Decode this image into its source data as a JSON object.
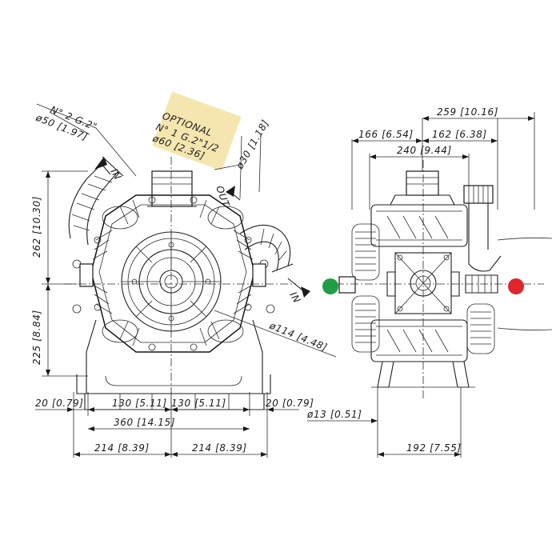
{
  "optional_note": {
    "line1": "OPTIONAL",
    "line2": "N° 1 G.2\"1/2",
    "line3": "ø60 [2.36]",
    "bg_color": "#f5e6b0"
  },
  "port_labels": {
    "inlet_line1": "N° 2 G.2\"",
    "inlet_line2": "ø50 [1.97]",
    "outlet": "ø30 [1.18]",
    "out_tag": "OUT",
    "in_tag_upper": "IN",
    "in_tag_lower": "IN"
  },
  "front_view": {
    "dim_262": "262 [10.30]",
    "dim_225": "225 [8.84]",
    "dim_114": "ø114 [4.48]",
    "dim_20_left": "20 [0.79]",
    "dim_130_left": "130 [5.11]",
    "dim_130_right": "130 [5.11]",
    "dim_20_right": "20 [0.79]",
    "dim_360": "360 [14.15]",
    "dim_214_left": "214 [8.39]",
    "dim_214_right": "214 [8.39]"
  },
  "side_view": {
    "dim_259": "259 [10.16]",
    "dim_166": "166 [6.54]",
    "dim_162": "162 [6.38]",
    "dim_240": "240 [9.44]",
    "dim_13": "ø13 [0.51]",
    "dim_192": "192 [7.55]"
  },
  "markers": {
    "green_color": "#1f9e45",
    "red_color": "#e0252b"
  }
}
